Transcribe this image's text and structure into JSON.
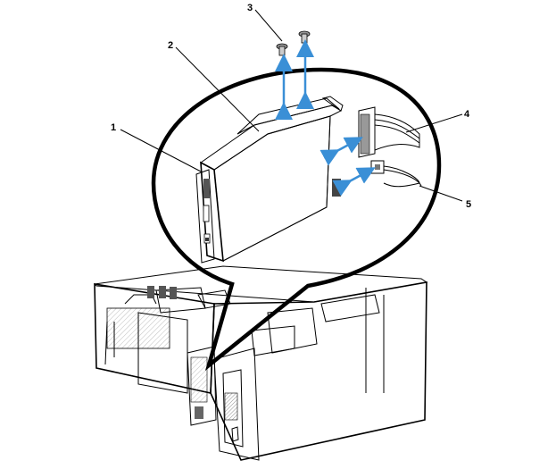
{
  "callouts": [
    {
      "id": "1",
      "label": "1"
    },
    {
      "id": "2",
      "label": "2"
    },
    {
      "id": "3",
      "label": "3"
    },
    {
      "id": "4",
      "label": "4"
    },
    {
      "id": "5",
      "label": "5"
    }
  ],
  "colors": {
    "arrow": "#3a8fd6",
    "line": "#000000",
    "panel_gray": "#c9c9c9",
    "dark_gray": "#6e6e6e"
  },
  "icons": [
    "screw-icon",
    "drive-icon",
    "cable-icon",
    "computer-chassis-icon"
  ]
}
